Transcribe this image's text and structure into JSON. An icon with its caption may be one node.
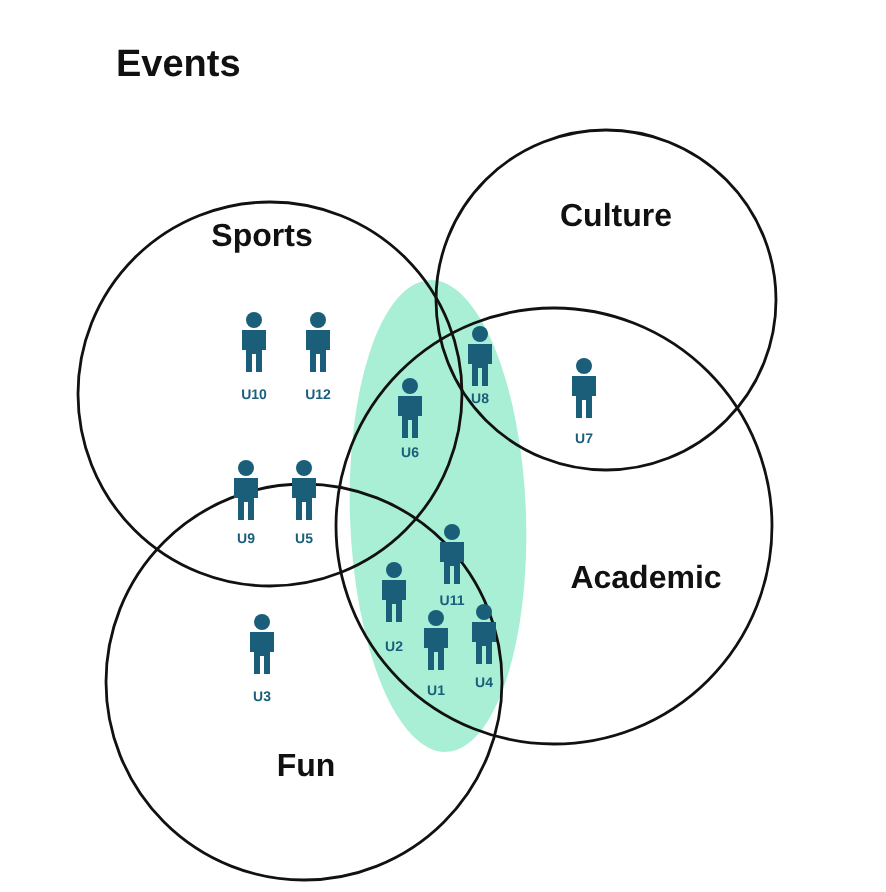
{
  "diagram": {
    "title": "Events",
    "nodes": [
      {
        "text": [
          "Sports"
        ]
      },
      {
        "text": [
          "Culture"
        ]
      },
      {
        "text": [
          "Academic"
        ]
      },
      {
        "text": [
          "Fun"
        ]
      }
    ],
    "labels": [
      "U10",
      "U12",
      "U8",
      "U7",
      "U6",
      "U9",
      "U5",
      "U11",
      "U2",
      "U4",
      "U1",
      "U3"
    ]
  }
}
